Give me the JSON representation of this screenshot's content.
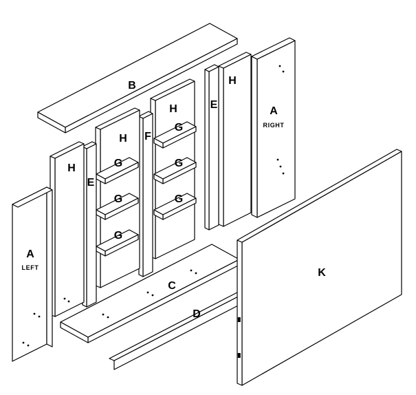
{
  "colors": {
    "background": "#ffffff",
    "line": "#000000",
    "text": "#000000"
  },
  "parts": {
    "A_left": {
      "letter": "A",
      "caption": "LEFT"
    },
    "A_right": {
      "letter": "A",
      "caption": "RIGHT"
    },
    "B": {
      "letter": "B"
    },
    "C": {
      "letter": "C"
    },
    "D": {
      "letter": "D"
    },
    "E": {
      "letter": "E"
    },
    "F": {
      "letter": "F"
    },
    "G": {
      "letter": "G"
    },
    "H": {
      "letter": "H"
    },
    "K": {
      "letter": "K"
    }
  }
}
